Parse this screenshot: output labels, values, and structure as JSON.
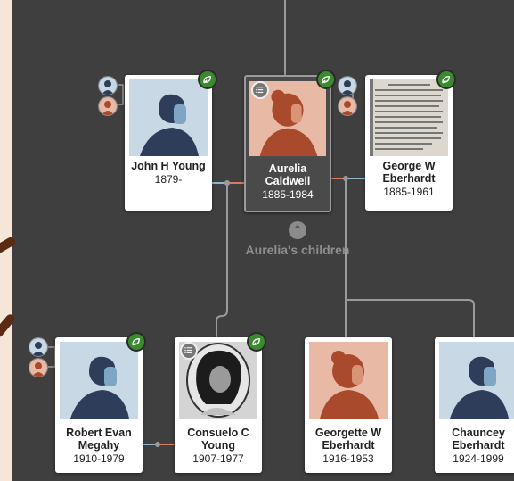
{
  "colors": {
    "canvas": "#3f3f3f",
    "male_bg": "#c8d8e4",
    "female_bg": "#e8b9a5",
    "hint": "#3c8a2f",
    "spouse_male_line": "#8fb4cc",
    "spouse_female_line": "#d77d5e",
    "descent_line": "#9a9a9a"
  },
  "icons": {
    "hint": "leaf-hint-icon",
    "menu": "list-menu-icon",
    "collapse": "chevron-up-icon"
  },
  "section": {
    "children_label": "Aurelia's children"
  },
  "people": {
    "john": {
      "name": "John H Young",
      "dates": "1879-",
      "gender": "male",
      "photo": "silhouette"
    },
    "aurelia": {
      "name": "Aurelia Caldwell",
      "dates": "1885-1984",
      "gender": "female",
      "photo": "silhouette",
      "selected": true
    },
    "george": {
      "name": "George W Eberhardt",
      "dates": "1885-1961",
      "gender": "male",
      "photo": "newspaper-obituary"
    },
    "robert": {
      "name": "Robert Evan Megahy",
      "dates": "1910-1979",
      "gender": "male",
      "photo": "silhouette"
    },
    "consuelo": {
      "name": "Consuelo C Young",
      "dates": "1907-1977",
      "gender": "female",
      "photo": "portrait-photograph"
    },
    "georgette": {
      "name": "Georgette W Eberhardt",
      "dates": "1916-1953",
      "gender": "female",
      "photo": "silhouette"
    },
    "chauncey": {
      "name": "Chauncey Eberhardt",
      "dates": "1924-1999",
      "gender": "male",
      "photo": "silhouette"
    }
  }
}
